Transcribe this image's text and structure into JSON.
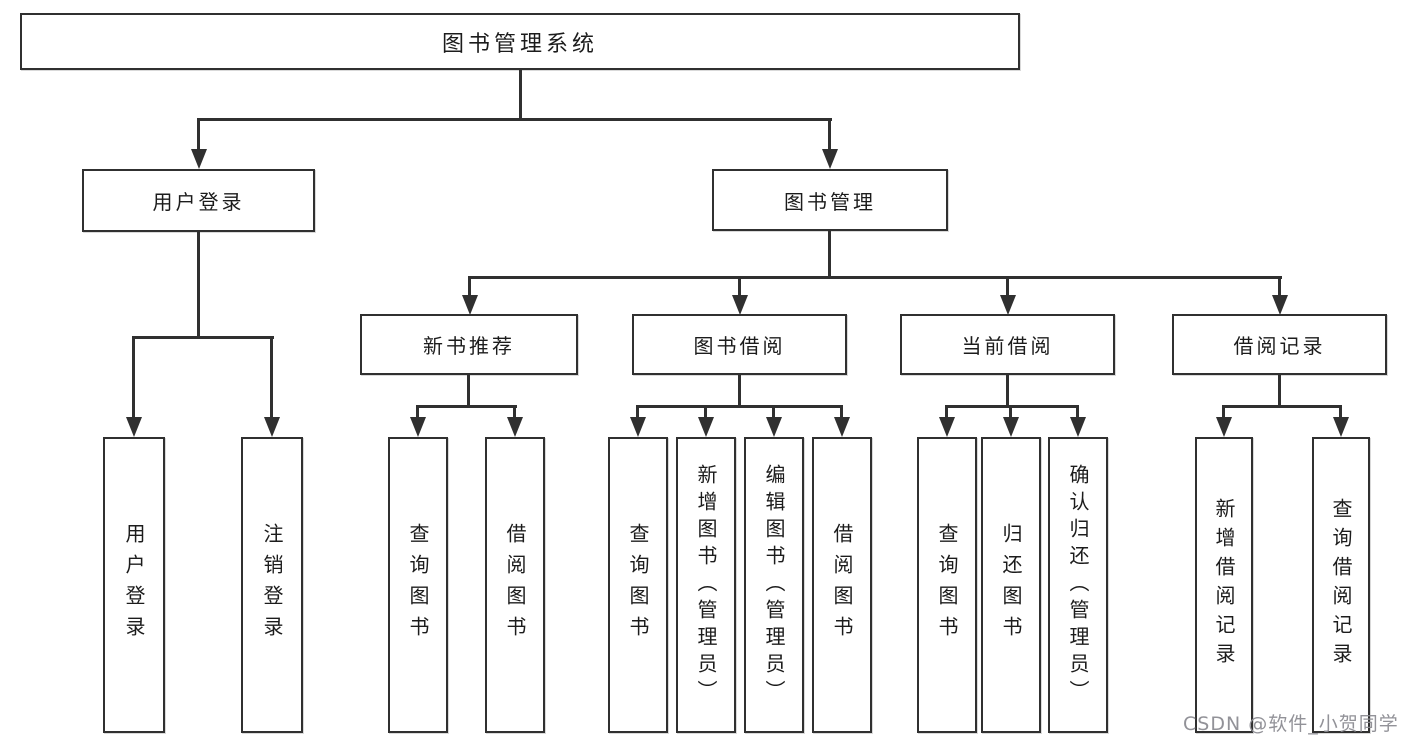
{
  "diagram": {
    "type": "tree",
    "tree": {
      "label": "图书管理系统",
      "children": [
        {
          "label": "用户登录",
          "children": [
            {
              "label": "用户登录"
            },
            {
              "label": "注销登录"
            }
          ]
        },
        {
          "label": "图书管理",
          "children": [
            {
              "label": "新书推荐",
              "children": [
                {
                  "label": "查询图书"
                },
                {
                  "label": "借阅图书"
                }
              ]
            },
            {
              "label": "图书借阅",
              "children": [
                {
                  "label": "查询图书"
                },
                {
                  "label": "新增图书（管理员）"
                },
                {
                  "label": "编辑图书（管理员）"
                },
                {
                  "label": "借阅图书"
                }
              ]
            },
            {
              "label": "当前借阅",
              "children": [
                {
                  "label": "查询图书"
                },
                {
                  "label": "归还图书"
                },
                {
                  "label": "确认归还（管理员）"
                }
              ]
            },
            {
              "label": "借阅记录",
              "children": [
                {
                  "label": "新增借阅记录"
                },
                {
                  "label": "查询借阅记录"
                }
              ]
            }
          ]
        }
      ]
    },
    "colors": {
      "line": "#303030",
      "box_border": "#303030",
      "box_fill": "#ffffff",
      "text": "#1c1c1c",
      "background": "#ffffff"
    }
  },
  "watermark": {
    "text": "CSDN @软件_小贺同学",
    "color": "#8c8c92"
  }
}
